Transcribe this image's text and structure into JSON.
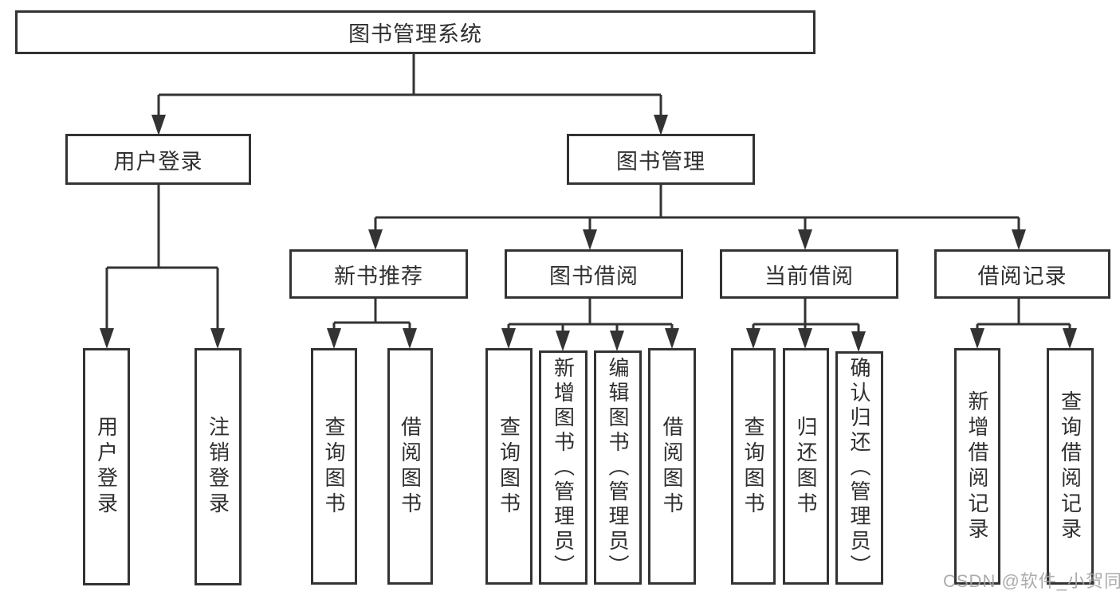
{
  "diagram": {
    "title": "图书管理系统",
    "root": {
      "label": "图书管理系统",
      "children": [
        {
          "label": "用户登录",
          "children": [
            {
              "label": "用户登录"
            },
            {
              "label": "注销登录"
            }
          ]
        },
        {
          "label": "图书管理",
          "children": [
            {
              "label": "新书推荐",
              "children": [
                {
                  "label": "查询图书"
                },
                {
                  "label": "借阅图书"
                }
              ]
            },
            {
              "label": "图书借阅",
              "children": [
                {
                  "label": "查询图书"
                },
                {
                  "label": "新增图书（管理员）"
                },
                {
                  "label": "编辑图书（管理员）"
                },
                {
                  "label": "借阅图书"
                }
              ]
            },
            {
              "label": "当前借阅",
              "children": [
                {
                  "label": "查询图书"
                },
                {
                  "label": "归还图书"
                },
                {
                  "label": "确认归还（管理员）"
                }
              ]
            },
            {
              "label": "借阅记录",
              "children": [
                {
                  "label": "新增借阅记录"
                },
                {
                  "label": "查询借阅记录"
                }
              ]
            }
          ]
        }
      ]
    }
  },
  "watermark": {
    "text": "CSDN @软件_小贺同学"
  },
  "colors": {
    "line": "#333333",
    "node_border": "#333333",
    "text": "#2f2f2f",
    "background": "#ffffff",
    "watermark": "#a3a3a3"
  }
}
